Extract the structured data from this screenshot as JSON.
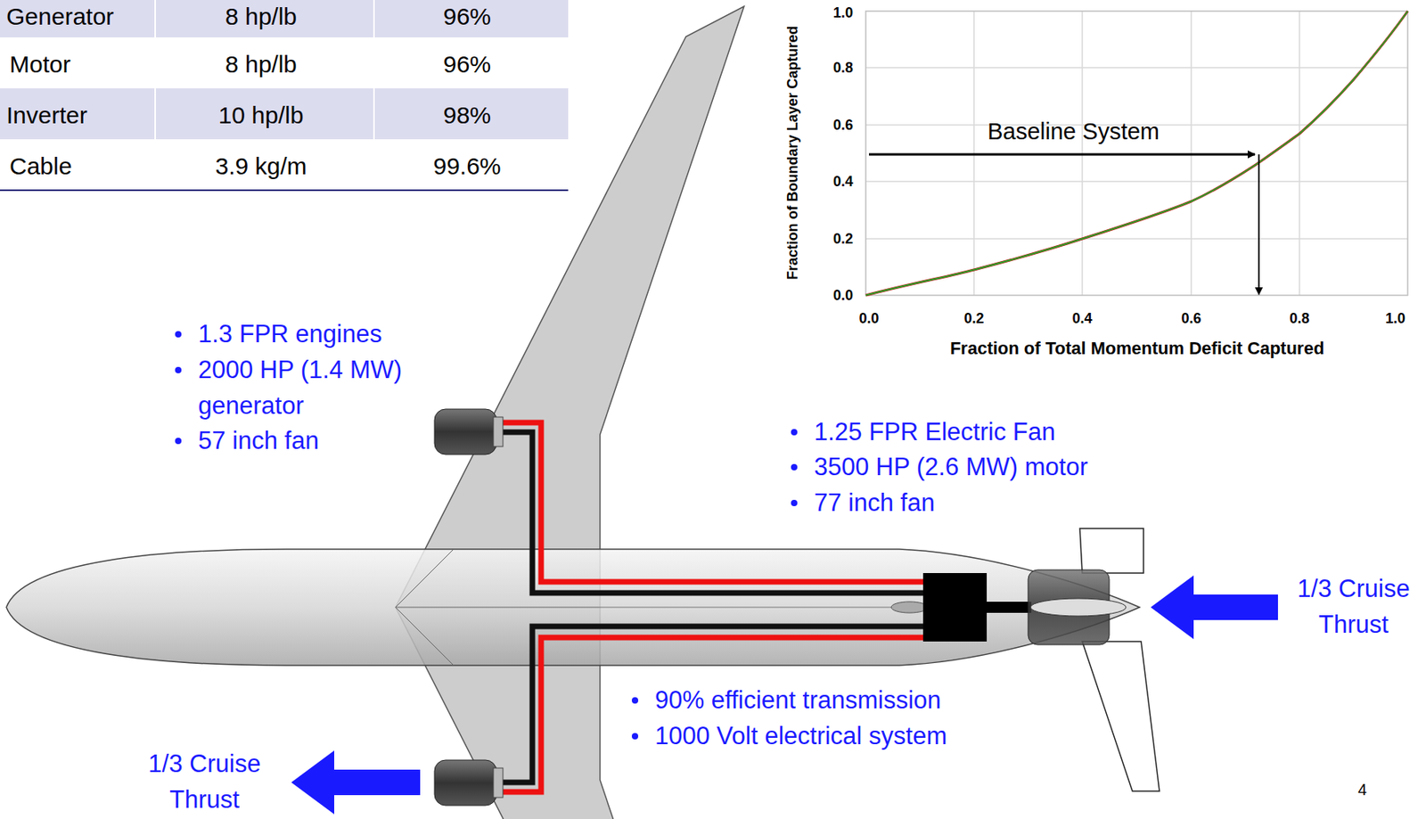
{
  "diagram": {
    "labels": [
      "Generator",
      "8 hp/lb",
      "96%",
      "Motor",
      "8 hp/lb",
      "96%",
      "Inverter",
      "10 hp/lb",
      "98%",
      "Cable",
      "3.9 kg/m",
      "99.6%",
      "1.0",
      "0.8",
      "0.6",
      "0.4",
      "0.2",
      "0.0",
      "0.0",
      "0.2",
      "0.4",
      "0.6",
      "0.8",
      "1.0",
      "Fraction of Boundary Layer Captured",
      "Fraction of Total Momentum Deficit Captured",
      "Baseline System",
      "1.3 FPR engines",
      "2000 HP (1.4 MW) generator",
      "57 inch fan",
      "1.25 FPR Electric Fan",
      "3500 HP (2.6 MW) motor",
      "77 inch fan",
      "90% efficient transmission",
      "1000 Volt electrical system",
      "1/3 Cruise Thrust",
      "1/3 Cruise Thrust",
      "4"
    ]
  }
}
